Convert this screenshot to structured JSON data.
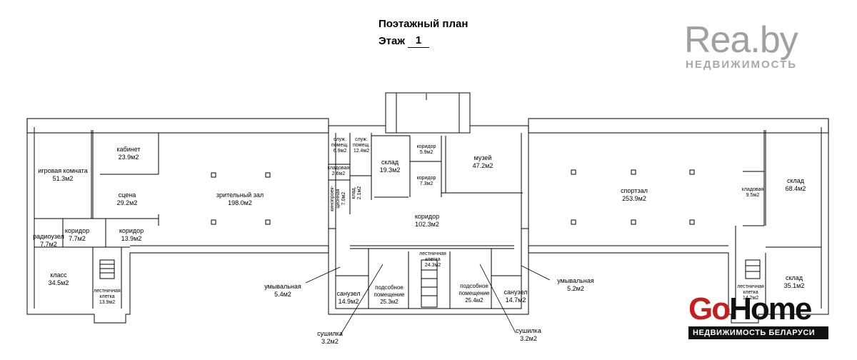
{
  "header": {
    "title": "Поэтажный план",
    "floor_label": "Этаж",
    "floor_number": "1"
  },
  "watermarks": {
    "rea_big": "Rea.by",
    "rea_sub": "НЕДВИЖИМОСТЬ",
    "gohome_go": "Go",
    "gohome_home": "Home",
    "gohome_tagline": "НЕДВИЖИМОСТЬ БЕЛАРУСИ"
  },
  "rooms": {
    "igrovaya": {
      "name": "игровая комната",
      "area": "51.3м2"
    },
    "kabinet": {
      "name": "кабинет",
      "area": "23.9м2"
    },
    "scena": {
      "name": "сцена",
      "area": "29.2м2"
    },
    "zal": {
      "name": "зрительный зал",
      "area": "198.0м2"
    },
    "radiouzel": {
      "name": "радиоузел",
      "area": "7.7м2"
    },
    "koridor_77": {
      "name": "коридор",
      "area": "7.7м2"
    },
    "koridor_139": {
      "name": "коридор",
      "area": "13.9м2"
    },
    "klass": {
      "name": "класс",
      "area": "34.5м2"
    },
    "lestn_left": {
      "name": "лестничная клетка",
      "area": "13.9м2"
    },
    "sluzh1": {
      "name": "служ. помещ.",
      "area": "6.9м2"
    },
    "sluzh2": {
      "name": "служ. помещ.",
      "area": "12.4м2"
    },
    "kladovaya_26": {
      "name": "кладовая",
      "area": "2.6м2"
    },
    "kinoproek": {
      "name": "кинопроек- ционная",
      "area": "7.0м2"
    },
    "klad_small": {
      "name": "клад.",
      "area": "2.1м2"
    },
    "sklad_193": {
      "name": "склад",
      "area": "19.3м2"
    },
    "koridor_59": {
      "name": "коридор",
      "area": "5.9м2"
    },
    "koridor_73": {
      "name": "коридор",
      "area": "7.3м2"
    },
    "muzey": {
      "name": "музей",
      "area": "47.2м2"
    },
    "koridor_1023": {
      "name": "коридор",
      "area": "102.3м2"
    },
    "sportzal": {
      "name": "спортзал",
      "area": "253.9м2"
    },
    "kladovaya_95": {
      "name": "кладовая",
      "area": "9.5м2"
    },
    "sklad_684": {
      "name": "склад",
      "area": "68.4м2"
    },
    "sklad_351": {
      "name": "склад",
      "area": "35.1м2"
    },
    "lestn_right": {
      "name": "лестничная клетка",
      "area": "14.2м2"
    },
    "lestn_center": {
      "name": "лестничная клетка",
      "area": "24.3м2"
    },
    "umyv_54": {
      "name": "умывальная",
      "area": "5.4м2"
    },
    "umyv_52": {
      "name": "умывальная",
      "area": "5.2м2"
    },
    "sanuzel_149": {
      "name": "санузел",
      "area": "14.9м2"
    },
    "sanuzel_147": {
      "name": "санузел",
      "area": "14.7м2"
    },
    "podsob_253": {
      "name": "подсобное помещение",
      "area": "25.3м2"
    },
    "podsob_254": {
      "name": "подсобное помещение",
      "area": "25.4м2"
    },
    "sushilka_left": {
      "name": "сушилка",
      "area": "3.2м2"
    },
    "sushilka_right": {
      "name": "сушилка",
      "area": "3.2м2"
    }
  }
}
